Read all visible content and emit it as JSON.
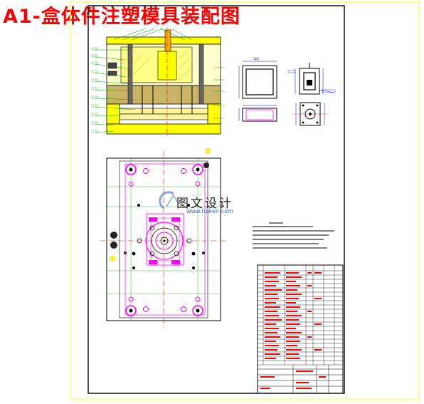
{
  "title": "A1-盒体件注塑模具装配图",
  "watermark": {
    "label": "图文设计",
    "url": "www.tuwen.com"
  },
  "colors": {
    "title": "#ff0000",
    "frame": "#ffff66",
    "border": "#000000",
    "mold_plates": "#ffff00",
    "cavity": "#ff00ff",
    "lines": "#00aa00",
    "dimensions": "#0000ff",
    "center_lines": "#ff0000"
  }
}
